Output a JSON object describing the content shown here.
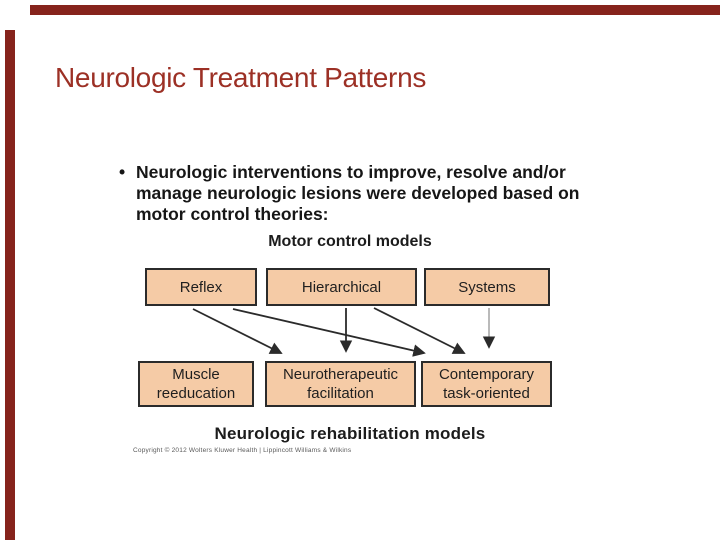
{
  "slide": {
    "title": "Neurologic Treatment Patterns",
    "bullet": {
      "glyph": "•",
      "lines": [
        "Neurologic interventions to improve, resolve and/or",
        "manage neurologic lesions were developed based on",
        "motor control theories:"
      ]
    }
  },
  "figure": {
    "heading": "Motor control models",
    "caption": "Neurologic rehabilitation models",
    "copyright": "Copyright © 2012 Wolters Kluwer Health | Lippincott Williams & Wilkins",
    "top_row": [
      "Reflex",
      "Hierarchical",
      "Systems"
    ],
    "bottom_row": [
      {
        "line1": "Muscle",
        "line2": "reeducation"
      },
      {
        "line1": "Neurotherapeutic",
        "line2": "facilitation"
      },
      {
        "line1": "Contemporary",
        "line2": "task-oriented"
      }
    ],
    "arrow_connections": [
      "Reflex -> Neurotherapeutic facilitation",
      "Reflex -> Contemporary task-oriented",
      "Hierarchical -> Neurotherapeutic facilitation",
      "Hierarchical -> Contemporary task-oriented",
      "Systems -> Contemporary task-oriented"
    ]
  },
  "colors": {
    "accent_bar": "#86231c",
    "title_text": "#9c3025",
    "box_fill": "#f5cba6",
    "box_border": "#2b2b2b",
    "arrow": "#2b2b2b",
    "systems_arrow_line": "#b3b3b3"
  }
}
